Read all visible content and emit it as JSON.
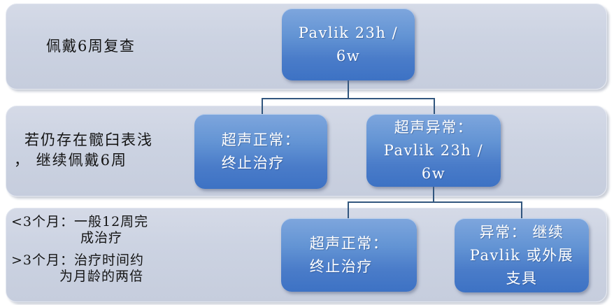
{
  "flowchart": {
    "rows": [
      {
        "label_lines": [
          "佩戴6周复查"
        ],
        "nodes": [
          {
            "lines": [
              "Pavlik 23h /",
              "6w"
            ]
          }
        ]
      },
      {
        "label_lines": [
          "若仍存在髋臼表浅",
          "， 继续佩戴6周"
        ],
        "nodes": [
          {
            "lines": [
              "超声正常：",
              "终止治疗"
            ]
          },
          {
            "lines": [
              "超声异常：",
              "Pavlik 23h /",
              "6w"
            ]
          }
        ]
      },
      {
        "label_paragraphs": [
          [
            "<3个月：一般12周完",
            "成治疗"
          ],
          [
            ">3个月：治疗时间约",
            "为月龄的两倍"
          ]
        ],
        "nodes": [
          {
            "lines": [
              "超声正常：",
              "终止治疗"
            ]
          },
          {
            "lines": [
              "异常： 继续",
              "Pavlik 或外展",
              "支具"
            ]
          }
        ]
      }
    ],
    "colors": {
      "band_fill": "#ccd3e2",
      "node_gradient_top": "#7ea6dd",
      "node_gradient_bottom": "#3d72c4",
      "connector": "#31567e",
      "node_text": "#ffffff",
      "label_text": "#141414",
      "background": "#ffffff"
    }
  }
}
